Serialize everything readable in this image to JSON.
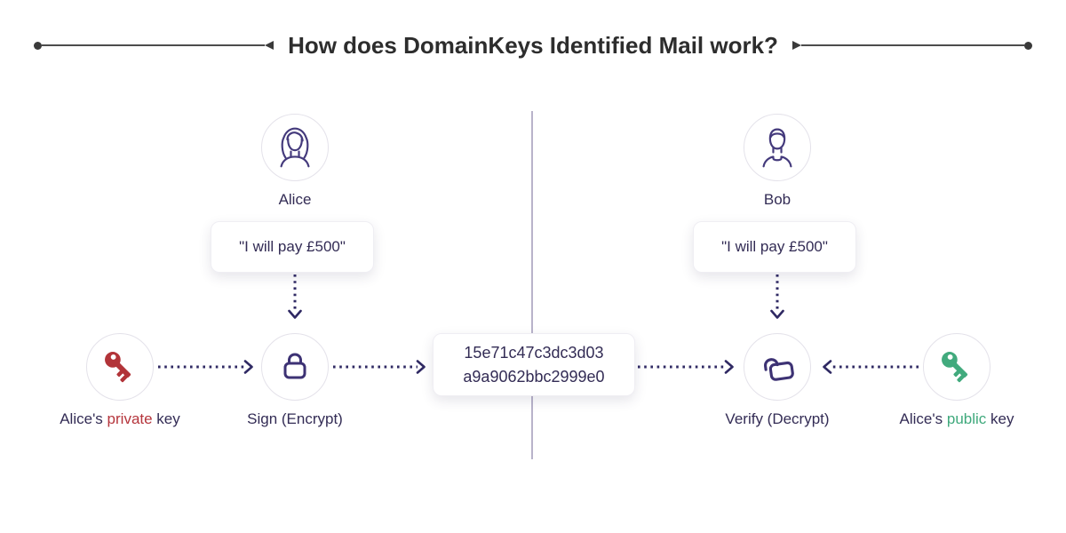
{
  "title": "How does DomainKeys Identified Mail work?",
  "left": {
    "person": "Alice",
    "message": "\"I will pay £500\"",
    "action": "Sign (Encrypt)",
    "key_label": {
      "prefix": "Alice's ",
      "word": "private",
      "suffix": " key"
    }
  },
  "right": {
    "person": "Bob",
    "message": "\"I will pay £500\"",
    "action": "Verify (Decrypt)",
    "key_label": {
      "prefix": "Alice's ",
      "word": "public",
      "suffix": " key"
    }
  },
  "hash": {
    "line1": "15e71c47c3dc3d03",
    "line2": "a9a9062bbc2999e0"
  },
  "icons": {
    "alice": "woman-avatar-icon",
    "bob": "man-avatar-icon",
    "sign": "lock-icon",
    "verify": "unlock-icon",
    "private_key": "red-key-icon",
    "public_key": "green-key-icon",
    "title_ends": "dot-line-arrowhead-decoration"
  },
  "colors": {
    "background": "#ffffff",
    "title_text": "#2d2d2d",
    "title_line": "#4c4c4c",
    "body_text": "#332c55",
    "icon_purple": "#443a7c",
    "arrow_purple": "#2f2963",
    "private_red": "#b5353c",
    "key_red": "#b23439",
    "public_green": "#3fa97c",
    "key_green": "#41aa7d",
    "divider": "#b8b3ca",
    "circle_border": "#e4e2ea"
  }
}
